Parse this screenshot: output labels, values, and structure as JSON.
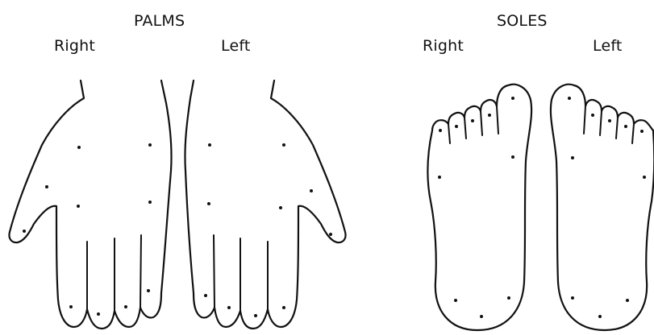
{
  "labels": {
    "palms": "PALMS",
    "soles": "SOLES",
    "palms_right": "Right",
    "palms_left": "Left",
    "soles_right": "Right",
    "soles_left": "Left"
  },
  "colors": {
    "ink": "#111111",
    "background": "#ffffff"
  }
}
